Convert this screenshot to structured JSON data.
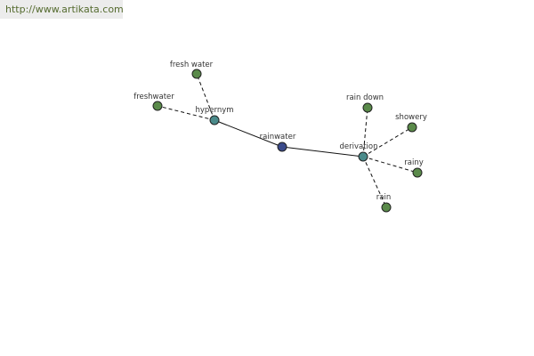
{
  "site_url": "http://www.artikata.com",
  "colors": {
    "leaf": "#5a8a4a",
    "relation": "#4a8a8a",
    "center": "#3a4a8a",
    "edge": "#111111"
  },
  "graph": {
    "center": {
      "id": "rainwater",
      "label": "rainwater"
    },
    "relations": [
      {
        "id": "hypernym",
        "label": "hypernym"
      },
      {
        "id": "derivation",
        "label": "derivation"
      }
    ],
    "leaves": [
      {
        "id": "fresh-water",
        "label": "fresh water",
        "relation": "hypernym"
      },
      {
        "id": "freshwater",
        "label": "freshwater",
        "relation": "hypernym"
      },
      {
        "id": "rain-down",
        "label": "rain down",
        "relation": "derivation"
      },
      {
        "id": "showery",
        "label": "showery",
        "relation": "derivation"
      },
      {
        "id": "rainy",
        "label": "rainy",
        "relation": "derivation"
      },
      {
        "id": "rain",
        "label": "rain",
        "relation": "derivation"
      }
    ]
  }
}
